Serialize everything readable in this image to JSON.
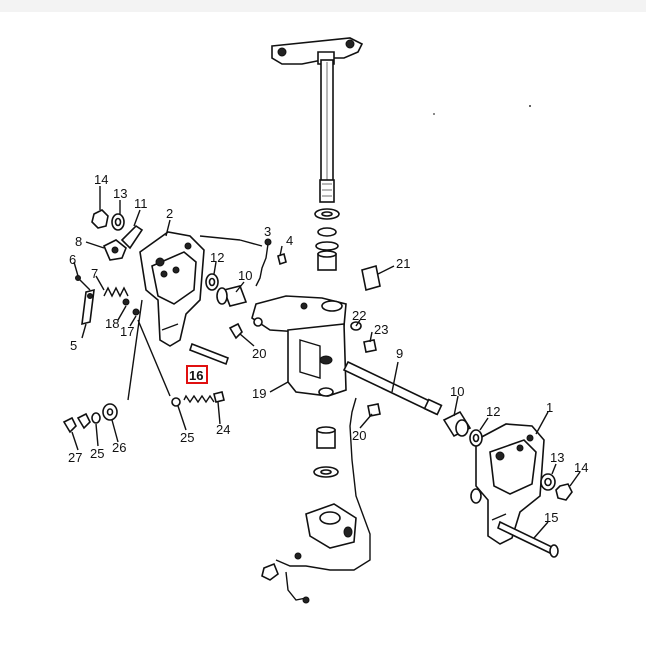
{
  "diagram": {
    "labels": [
      {
        "id": "14-left",
        "text": "14"
      },
      {
        "id": "13-left",
        "text": "13"
      },
      {
        "id": "11",
        "text": "11"
      },
      {
        "id": "2",
        "text": "2"
      },
      {
        "id": "8",
        "text": "8"
      },
      {
        "id": "6",
        "text": "6"
      },
      {
        "id": "7",
        "text": "7"
      },
      {
        "id": "5",
        "text": "5"
      },
      {
        "id": "18",
        "text": "18"
      },
      {
        "id": "17",
        "text": "17"
      },
      {
        "id": "16",
        "text": "16"
      },
      {
        "id": "3",
        "text": "3"
      },
      {
        "id": "4",
        "text": "4"
      },
      {
        "id": "12-left",
        "text": "12"
      },
      {
        "id": "10-left",
        "text": "10"
      },
      {
        "id": "20-top",
        "text": "20"
      },
      {
        "id": "21",
        "text": "21"
      },
      {
        "id": "22",
        "text": "22"
      },
      {
        "id": "23",
        "text": "23"
      },
      {
        "id": "9",
        "text": "9"
      },
      {
        "id": "19",
        "text": "19"
      },
      {
        "id": "10-right",
        "text": "10"
      },
      {
        "id": "12-right",
        "text": "12"
      },
      {
        "id": "1",
        "text": "1"
      },
      {
        "id": "20-bottom",
        "text": "20"
      },
      {
        "id": "13-right",
        "text": "13"
      },
      {
        "id": "14-right",
        "text": "14"
      },
      {
        "id": "15",
        "text": "15"
      },
      {
        "id": "25-mid",
        "text": "25"
      },
      {
        "id": "24",
        "text": "24"
      },
      {
        "id": "27",
        "text": "27"
      },
      {
        "id": "25-left",
        "text": "25"
      },
      {
        "id": "26",
        "text": "26"
      }
    ],
    "highlighted_label": "16",
    "highlight_color": "#e01010"
  }
}
